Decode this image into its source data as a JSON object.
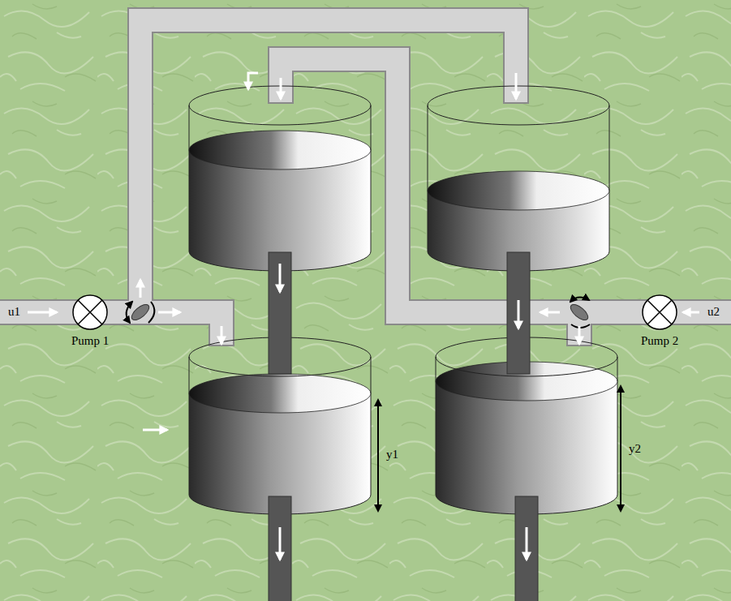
{
  "diagram": {
    "labels": [
      "u1",
      "Pump 1",
      "u2",
      "Pump 2",
      "y1",
      "y2"
    ]
  }
}
